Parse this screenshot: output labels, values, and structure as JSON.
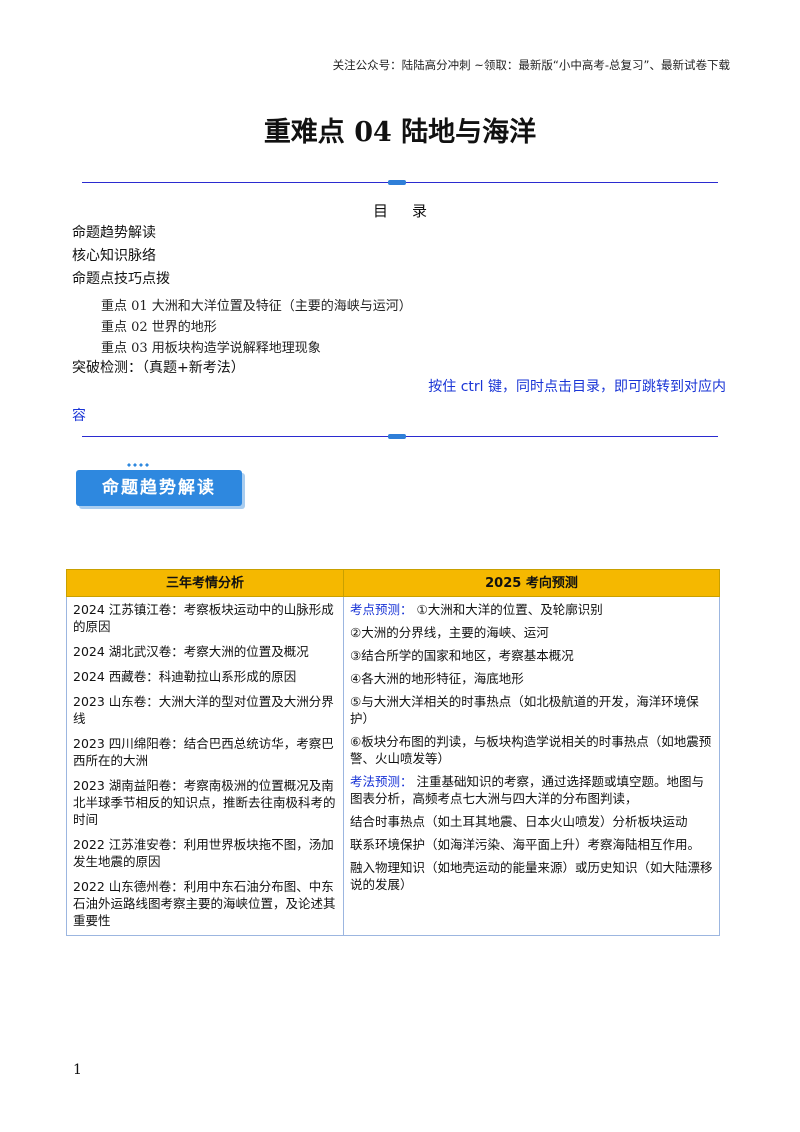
{
  "header": {
    "note": "关注公众号：陆陆高分冲刺  ~领取：最新版“小中高考-总复习”、最新试卷下载"
  },
  "title": "重难点 04  陆地与海洋",
  "toc": {
    "title": "目录",
    "items": [
      "命题趋势解读",
      "核心知识脉络",
      "命题点技巧点拨"
    ],
    "sub_items": [
      "重点 01  大洲和大洋位置及特征（主要的海峡与运河）",
      "重点 02  世界的地形",
      "重点 03  用板块构造学说解释地理现象"
    ],
    "last_item": "突破检测：（真题+新考法）",
    "ctrl_note_line1": "按住  ctrl 键，同时点击目录，即可跳转到对应内",
    "ctrl_note_line2": "容"
  },
  "section_banner": "命题趋势解读",
  "table": {
    "headers": [
      "三年考情分析",
      "2025 考向预测"
    ],
    "left_items": [
      "2024 江苏镇江卷：考察板块运动中的山脉形成的原因",
      "2024 湖北武汉卷：考察大洲的位置及概况",
      "2024 西藏卷：科迪勒拉山系形成的原因",
      "2023 山东卷：大洲大洋的型对位置及大洲分界线",
      "2023 四川绵阳卷：结合巴西总统访华，考察巴西所在的大洲",
      "2023 湖南益阳卷：考察南极洲的位置概况及南北半球季节相反的知识点，推断去往南极科考的时间",
      "2022 江苏淮安卷：利用世界板块拖不图，汤加发生地震的原因",
      "2022 山东德州卷：利用中东石油分布图、中东石油外运路线图考察主要的海峡位置，及论述其重要性"
    ],
    "right": {
      "kw1": "考点预测：",
      "p1": " ①大洲和大洋的位置、及轮廓识别",
      "p2": "②大洲的分界线，主要的海峡、运河",
      "p3": "③结合所学的国家和地区，考察基本概况",
      "p4": "④各大洲的地形特征，海底地形",
      "p5": "⑤与大洲大洋相关的时事热点（如北极航道的开发，海洋环境保护）",
      "p6": "⑥板块分布图的判读，与板块构造学说相关的时事热点（如地震预警、火山喷发等）",
      "kw2": "考法预测：",
      "p7": " 注重基础知识的考察，通过选择题或填空题。地图与图表分析，高频考点七大洲与四大洋的分布图判读，",
      "p8": "结合时事热点（如土耳其地震、日本火山喷发）分析板块运动",
      "p9": "联系环境保护（如海洋污染、海平面上升）考察海陆相互作用。",
      "p10": "融入物理知识（如地壳运动的能量来源）或历史知识（如大陆漂移说的发展）"
    }
  },
  "page_number": "1"
}
